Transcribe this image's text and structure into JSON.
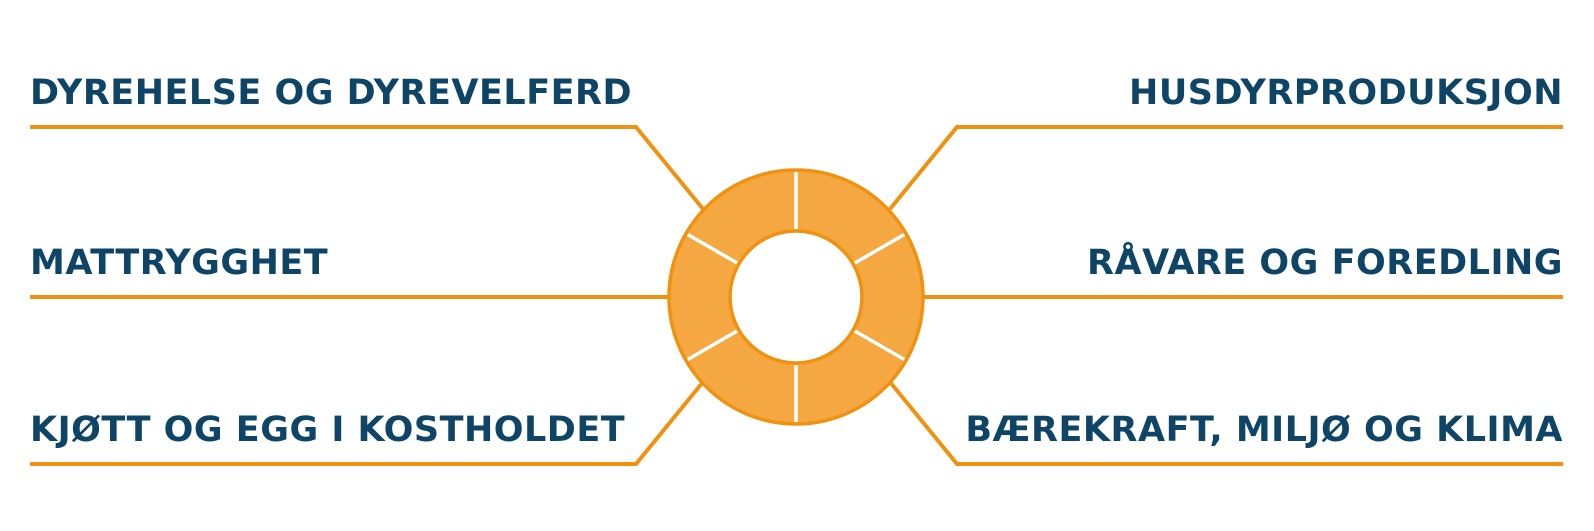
{
  "diagram": {
    "colors": {
      "text": "#0e4466",
      "line": "#f0920f",
      "ring_fill": "#f5a841",
      "ring_stroke": "#f0920f",
      "divider": "#ffffff",
      "background": "#ffffff"
    },
    "segments": 6,
    "labels": {
      "left_top": "DYREHELSE OG DYREVELFERD",
      "left_middle": "MATTRYGGHET",
      "left_bottom": "KJØTT OG EGG I KOSTHOLDET",
      "right_top": "HUSDYRPRODUKSJON",
      "right_middle": "RÅVARE OG FOREDLING",
      "right_bottom": "BÆREKRAFT, MILJØ OG KLIMA"
    }
  }
}
